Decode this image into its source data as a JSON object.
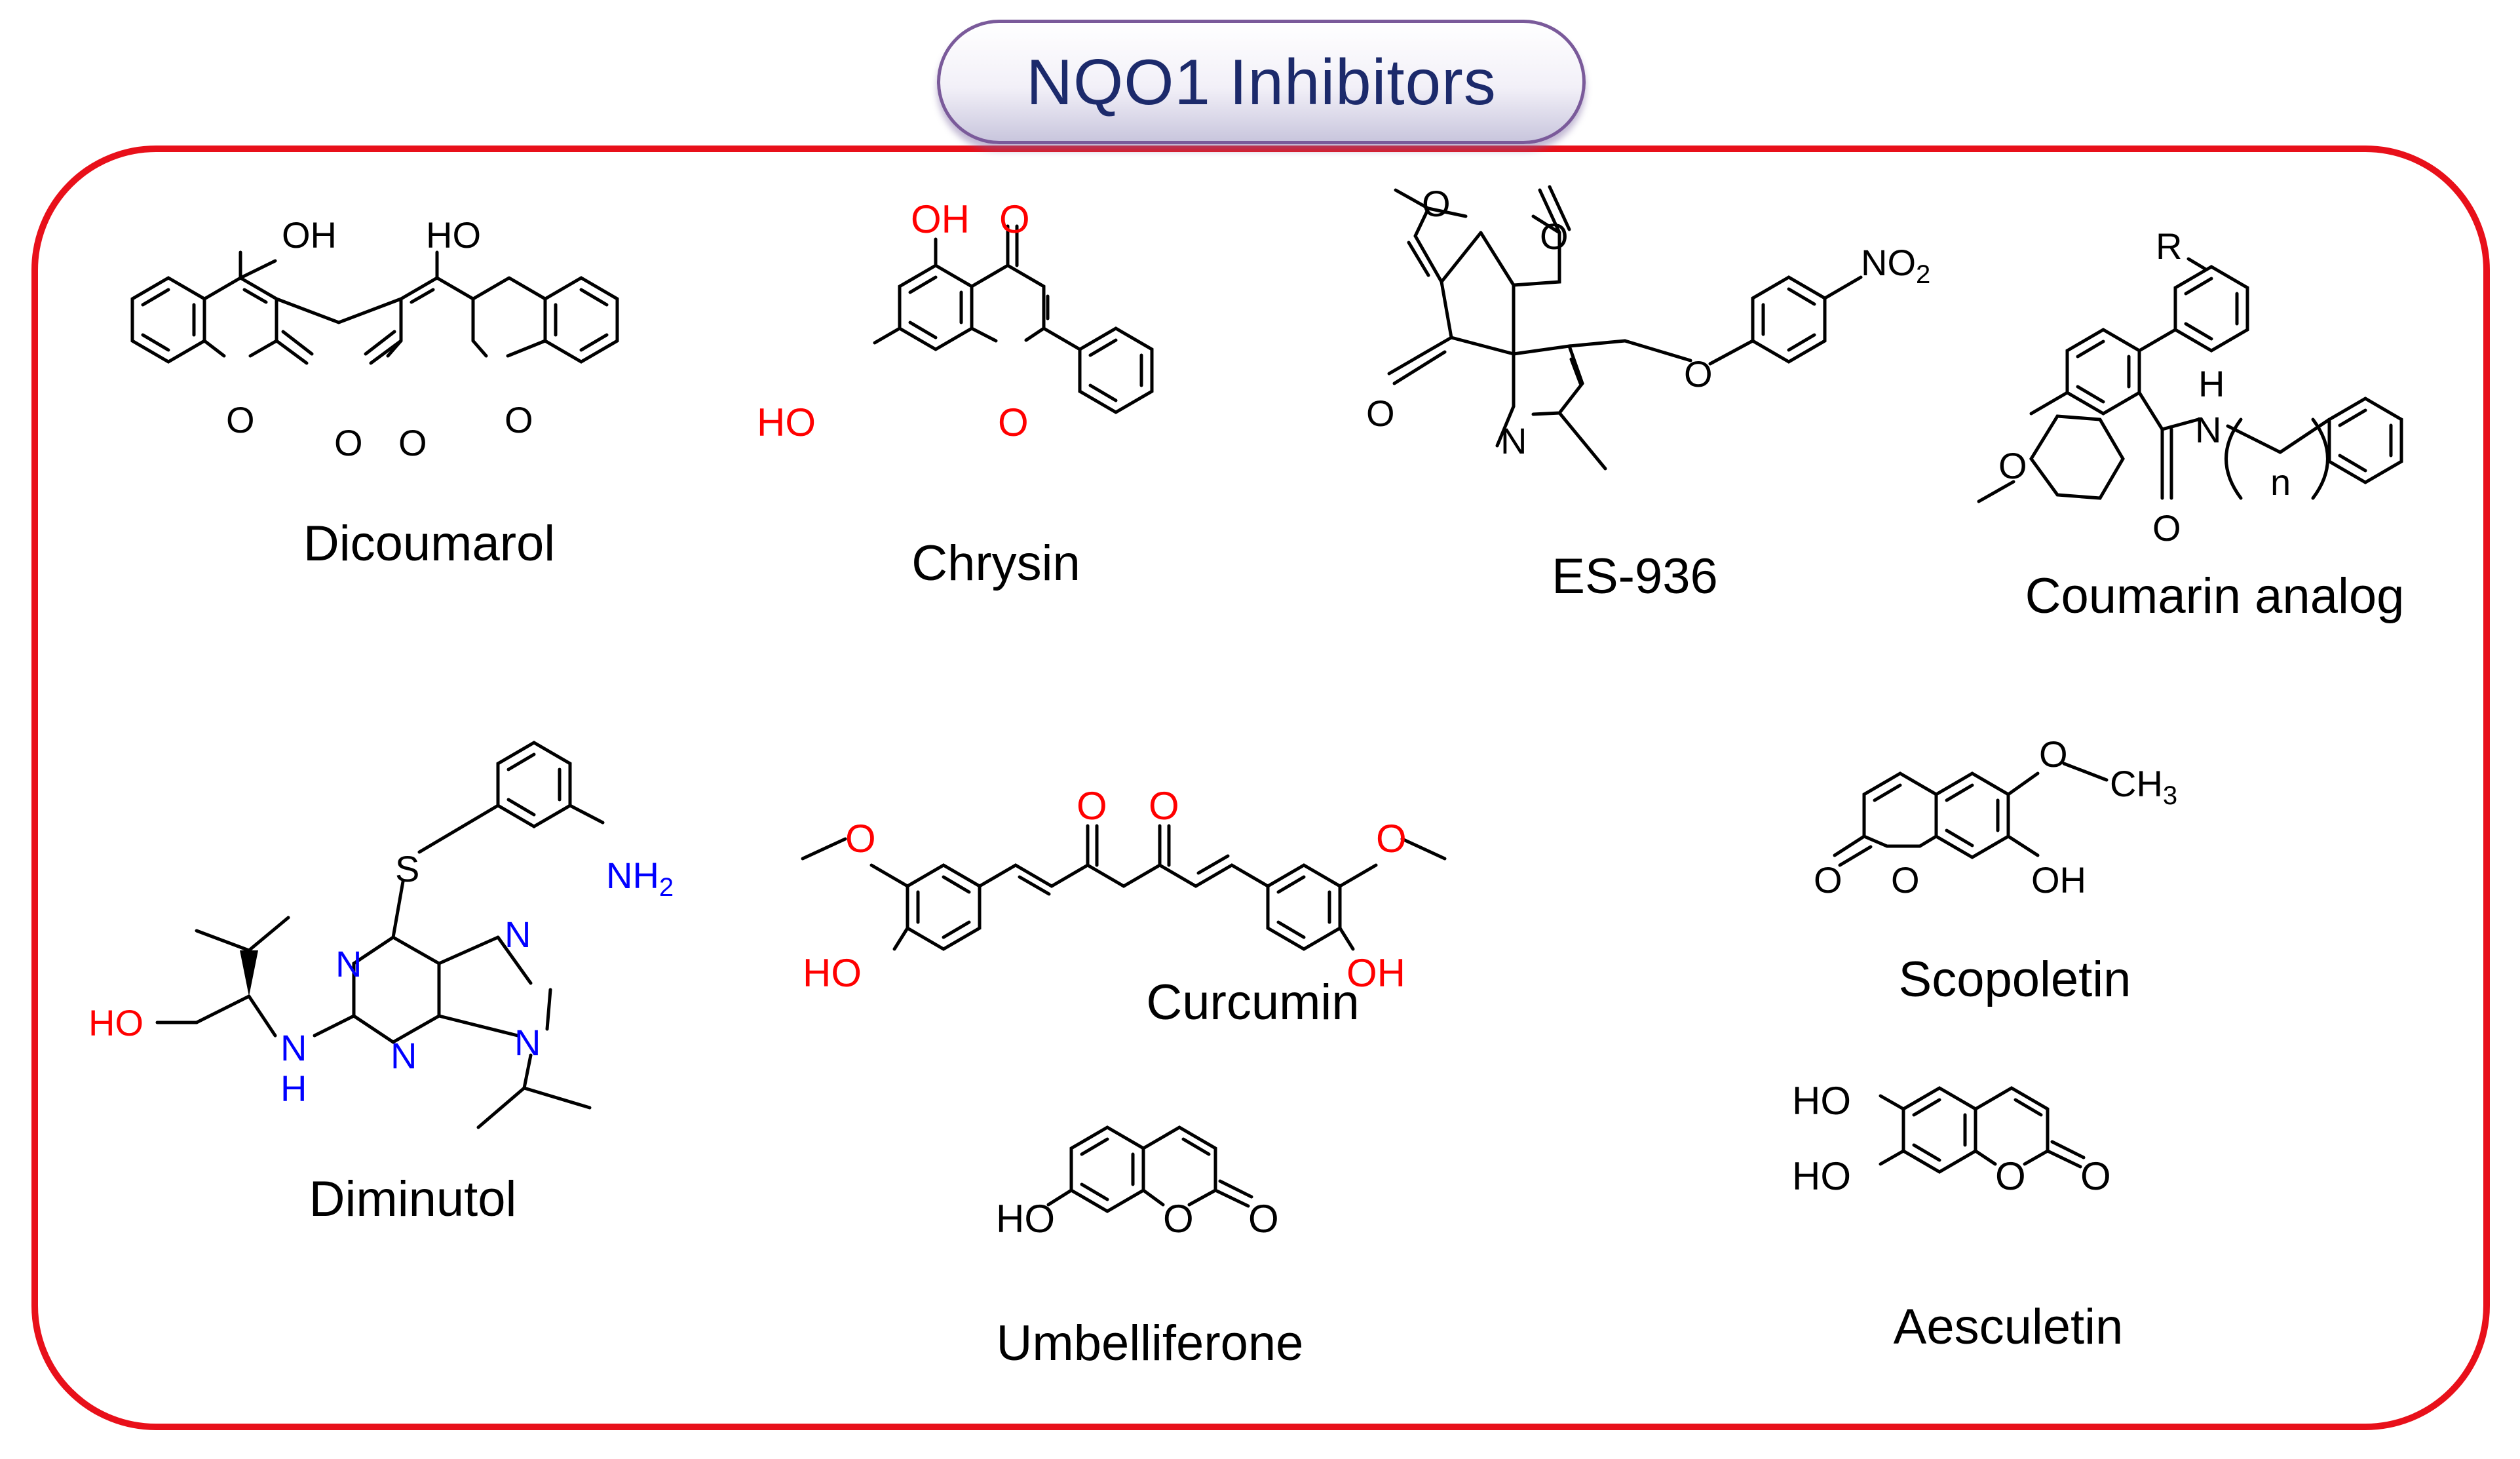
{
  "title": "NQO1 Inhibitors",
  "colors": {
    "frame": "#e8101a",
    "title_text": "#1c2a6b",
    "oxygen": "#ff0000",
    "nitrogen": "#0000ff",
    "bond": "#000000"
  },
  "compounds": [
    {
      "name": "Dicoumarol",
      "atoms": {
        "oh_left": "OH",
        "oh_right": "HO",
        "o_ring_left": "O",
        "o_carb_left": "O",
        "o_carb_right": "O",
        "o_ring_right": "O"
      }
    },
    {
      "name": "Chrysin",
      "atoms": {
        "oh_top": "OH",
        "o_keto": "O",
        "ho_left": "HO",
        "o_ring": "O"
      }
    },
    {
      "name": "ES-936",
      "atoms": {
        "o_methoxy": "O",
        "o_keto_top": "O",
        "o_keto_left": "O",
        "n_ring": "N",
        "o_ether": "O",
        "nitro": "NO",
        "nitro_sub": "2"
      }
    },
    {
      "name": "Coumarin analog",
      "atoms": {
        "r_group": "R",
        "h_amide": "H",
        "n_amide": "N",
        "o_amide": "O",
        "n_repeat": "n",
        "o_methoxy": "O"
      }
    },
    {
      "name": "Diminutol",
      "atoms": {
        "s": "S",
        "nh2": "NH",
        "nh2_sub": "2",
        "n1": "N",
        "n3": "N",
        "n7": "N",
        "n9": "N",
        "nh": "N",
        "nh_h": "H",
        "ho": "HO"
      }
    },
    {
      "name": "Curcumin",
      "atoms": {
        "o_keto_1": "O",
        "o_keto_2": "O",
        "o_methoxy_left": "O",
        "ho_left": "HO",
        "o_methoxy_right": "O",
        "oh_right": "OH"
      }
    },
    {
      "name": "Scopoletin",
      "atoms": {
        "o_methoxy": "O",
        "ch3": "CH",
        "ch3_sub": "3",
        "o_keto": "O",
        "o_ring": "O",
        "oh": "OH"
      }
    },
    {
      "name": "Umbelliferone",
      "atoms": {
        "ho": "HO",
        "o_ring": "O",
        "o_keto": "O"
      }
    },
    {
      "name": "Aesculetin",
      "atoms": {
        "ho_top": "HO",
        "ho_bottom": "HO",
        "o_ring": "O",
        "o_keto": "O"
      }
    }
  ]
}
